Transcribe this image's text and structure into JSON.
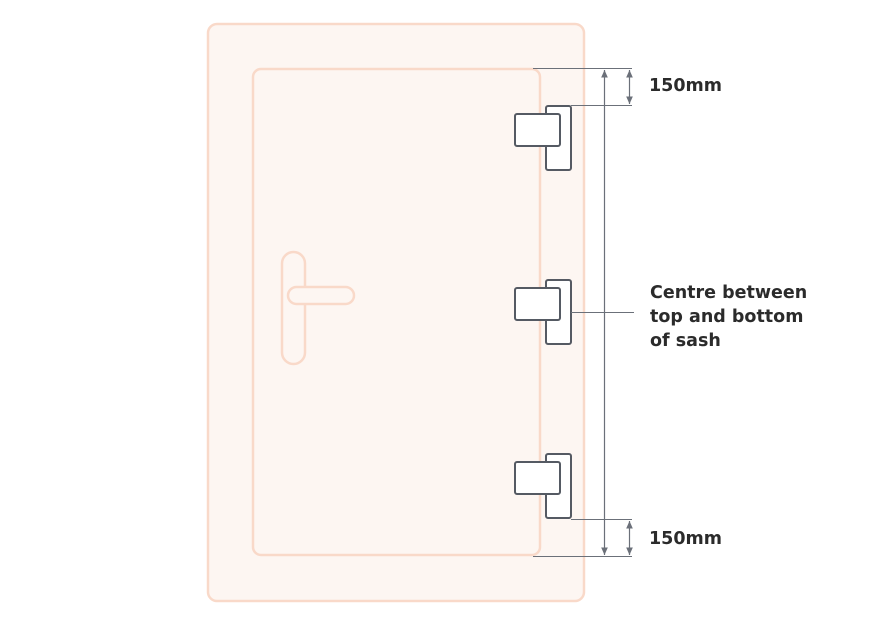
{
  "annotations": {
    "top_spacing": "150mm",
    "bottom_spacing": "150mm",
    "centre_lines": [
      "Centre between",
      "top and bottom",
      "of sash"
    ]
  },
  "icons": {
    "door_handle": "lever-handle-icon",
    "hinge": "hinge-icon"
  },
  "colors": {
    "frame_fill": "#fdf6f2",
    "frame_stroke": "#f9d9c9",
    "hinge_stroke": "#555a63",
    "dimension_line": "#6b7079",
    "text": "#2b2b2b"
  }
}
